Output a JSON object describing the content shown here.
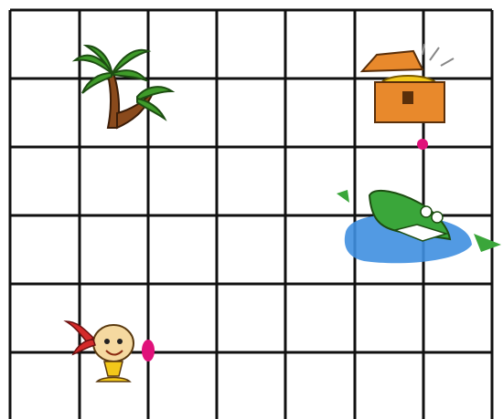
{
  "grid": {
    "columns": 7,
    "rows": 6,
    "line_color": "#111111",
    "background": "#ffffff"
  },
  "items": [
    {
      "name": "palm-tree-icon",
      "label": "",
      "column": 2,
      "row": 1
    },
    {
      "name": "treasure-chest-icon",
      "label": "",
      "column": 6,
      "row": 1
    },
    {
      "name": "crocodile-icon",
      "label": "",
      "column": 6,
      "row": 3
    },
    {
      "name": "girl-icon",
      "label": "",
      "column": 2,
      "row": 5
    }
  ],
  "markers": [
    {
      "name": "chest-pin-marker",
      "color": "#e0117a"
    },
    {
      "name": "girl-position-marker",
      "color": "#e0117a"
    }
  ],
  "colors": {
    "palm_leaf": "#3f9b2a",
    "palm_trunk": "#8a4a1c",
    "chest": "#e8892c",
    "gold": "#f2c81a",
    "water": "#3f8fe0",
    "croc": "#3aa63a",
    "girl_hair": "#d42a2a",
    "skin": "#f5d9a0"
  }
}
